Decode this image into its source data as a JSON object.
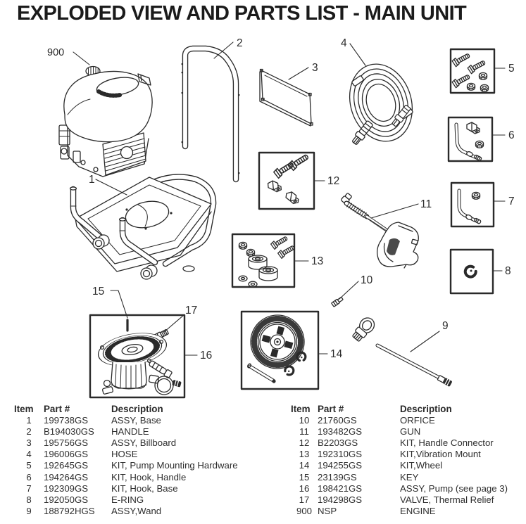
{
  "title": "EXPLODED VIEW AND PARTS LIST - MAIN UNIT",
  "diagram": {
    "callouts": {
      "c900": "900",
      "c1": "1",
      "c2": "2",
      "c3": "3",
      "c4": "4",
      "c5": "5",
      "c6": "6",
      "c7": "7",
      "c8": "8",
      "c9": "9",
      "c10": "10",
      "c11": "11",
      "c12": "12",
      "c13": "13",
      "c14": "14",
      "c15": "15",
      "c16": "16",
      "c17": "17"
    }
  },
  "tables": {
    "headers": {
      "item": "Item",
      "part": "Part #",
      "description": "Description"
    },
    "left": {
      "rows": [
        {
          "item": "1",
          "part": "199738GS",
          "desc": "ASSY, Base"
        },
        {
          "item": "2",
          "part": "B194030GS",
          "desc": "HANDLE"
        },
        {
          "item": "3",
          "part": "195756GS",
          "desc": "ASSY, Billboard"
        },
        {
          "item": "4",
          "part": "196006GS",
          "desc": "HOSE"
        },
        {
          "item": "5",
          "part": "192645GS",
          "desc": "KIT, Pump Mounting Hardware"
        },
        {
          "item": "6",
          "part": "194264GS",
          "desc": "KIT, Hook, Handle"
        },
        {
          "item": "7",
          "part": "192309GS",
          "desc": "KIT, Hook, Base"
        },
        {
          "item": "8",
          "part": "192050GS",
          "desc": "E-RING"
        },
        {
          "item": "9",
          "part": "188792HGS",
          "desc": "ASSY,Wand"
        }
      ]
    },
    "right": {
      "rows": [
        {
          "item": "10",
          "part": "21760GS",
          "desc": "ORFICE"
        },
        {
          "item": "11",
          "part": "193482GS",
          "desc": "GUN"
        },
        {
          "item": "12",
          "part": "B2203GS",
          "desc": "KIT, Handle Connector"
        },
        {
          "item": "13",
          "part": "192310GS",
          "desc": "KIT,Vibration Mount"
        },
        {
          "item": "14",
          "part": "194255GS",
          "desc": "KIT,Wheel"
        },
        {
          "item": "15",
          "part": "23139GS",
          "desc": "KEY"
        },
        {
          "item": "16",
          "part": "198421GS",
          "desc": "ASSY, Pump (see page 3)"
        },
        {
          "item": "17",
          "part": "194298GS",
          "desc": "VALVE, Thermal Relief"
        },
        {
          "item": "900",
          "part": "NSP",
          "desc": "ENGINE"
        }
      ]
    }
  }
}
